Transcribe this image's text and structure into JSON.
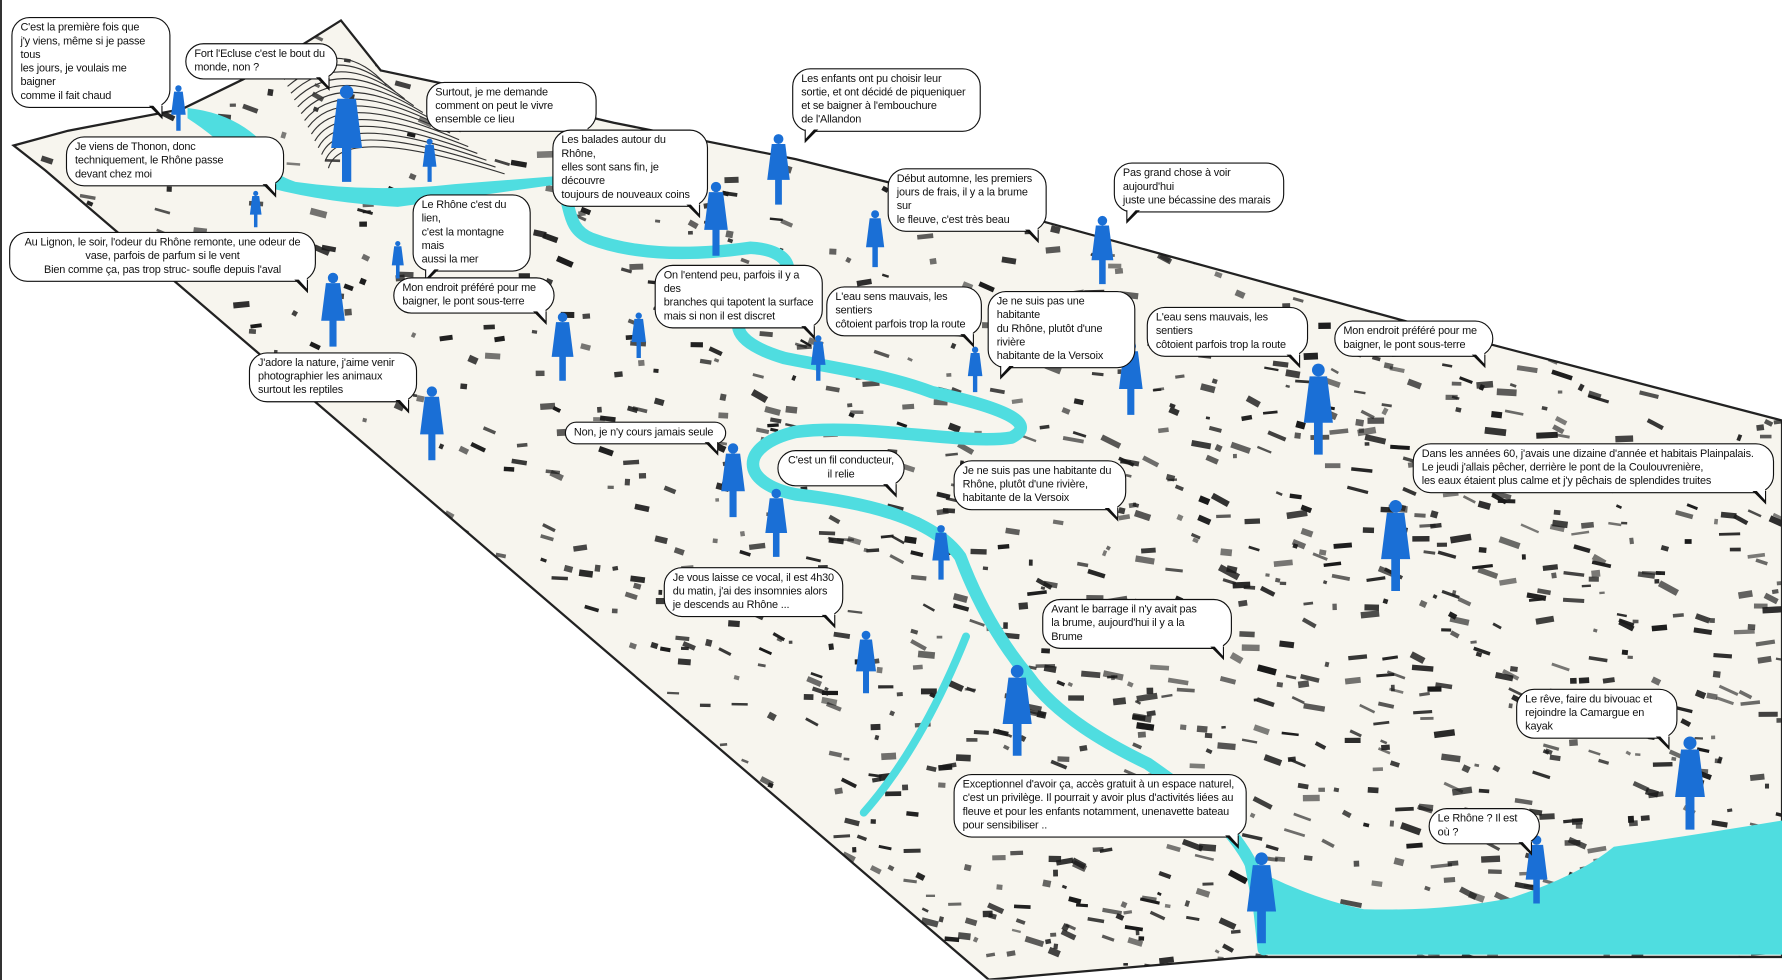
{
  "colors": {
    "river": "#4fdde0",
    "figure": "#1a6fd6",
    "ground": "#f7f5ee",
    "ink": "#1a1a1a"
  },
  "bubbles": [
    {
      "id": "premiere-fois",
      "text": "C'est la première fois que\nj'y viens, même si je passe tous\nles jours, je voulais me baigner\ncomme il fait chaud"
    },
    {
      "id": "fort-ecluse",
      "text": "Fort l'Ecluse c'est le bout du\nmonde, non ?"
    },
    {
      "id": "vivre-ensemble",
      "text": "Surtout, je me demande\ncomment on peut le vivre\nensemble ce lieu"
    },
    {
      "id": "thonon",
      "text": "Je viens de Thonon, donc\ntechniquement, le Rhône passe\ndevant chez moi"
    },
    {
      "id": "balades",
      "text": "Les balades autour du Rhône,\nelles sont sans fin, je découvre\ntoujours de nouveaux coins"
    },
    {
      "id": "enfants",
      "text": "Les enfants ont pu choisir leur\nsortie, et ont décidé de piqueniquer\net se baigner à l'embouchure\nde l'Allandon"
    },
    {
      "id": "automne",
      "text": "Début automne, les premiers\njours de frais, il y a la brume sur\nle fleuve, c'est très beau"
    },
    {
      "id": "becassine",
      "text": "Pas grand chose à voir aujourd'hui\njuste une bécassine des marais"
    },
    {
      "id": "lien",
      "text": "Le Rhône c'est du lien,\nc'est la montagne mais\naussi la mer"
    },
    {
      "id": "lignon",
      "text": "Au Lignon, le soir, l'odeur du Rhône remonte, une odeur de\nvase, parfois de parfum si le vent\nBien comme ça, pas trop struc- soufle depuis l'aval"
    },
    {
      "id": "endroit-1",
      "text": "Mon endroit préféré pour me\nbaigner, le pont sous-terre"
    },
    {
      "id": "entend-peu",
      "text": "On l'entend peu, parfois il y a des\nbranches qui tapotent la surface\nmais si non il est discret"
    },
    {
      "id": "eau-mauvais-1",
      "text": "L'eau sens mauvais, les sentiers\ncôtoient parfois trop la route"
    },
    {
      "id": "versoix-1",
      "text": "Je ne suis pas une habitante\ndu Rhône, plutôt d'une rivière\nhabitante de la Versoix"
    },
    {
      "id": "eau-mauvais-2",
      "text": "L'eau sens mauvais, les sentiers\ncôtoient parfois trop la route"
    },
    {
      "id": "endroit-2",
      "text": "Mon endroit préféré pour me\nbaigner, le pont sous-terre"
    },
    {
      "id": "nature",
      "text": "J'adore la nature, j'aime venir\nphotographier les animaux\nsurtout les reptiles"
    },
    {
      "id": "seule",
      "text": "Non, je n'y cours jamais seule"
    },
    {
      "id": "fil",
      "text": "C'est un fil conducteur,\nil relie"
    },
    {
      "id": "versoix-2",
      "text": "Je ne suis pas une habitante du\nRhône, plutôt d'une rivière,\nhabitante de la Versoix"
    },
    {
      "id": "plainpalais",
      "text": "Dans les années 60, j'avais une dizaine d'année et habitais Plainpalais.\nLe jeudi j'allais pêcher, derrière le pont de la Coulouvrenière,\nles eaux étaient plus calme et j'y pêchais de splendides truites"
    },
    {
      "id": "vocal",
      "text": "Je vous laisse ce vocal, il est 4h30\ndu matin, j'ai des insomnies alors\nje descends au Rhône ..."
    },
    {
      "id": "barrage",
      "text": "Avant le barrage il n'y avait pas\nla brume, aujourd'hui il y a la\nBrume"
    },
    {
      "id": "camargue",
      "text": "Le rêve, faire du bivouac et\nrejoindre la Camargue en kayak"
    },
    {
      "id": "privilege",
      "text": "Exceptionnel d'avoir ça, accès gratuit à un espace naturel,\nc'est un privilège. Il pourrait y avoir plus d'activités liées au\nfleuve et pour les enfants notamment, unenavette bateau\npour sensibiliser .."
    },
    {
      "id": "il-est-ou",
      "text": "Le Rhône ? Il est où ?"
    }
  ]
}
